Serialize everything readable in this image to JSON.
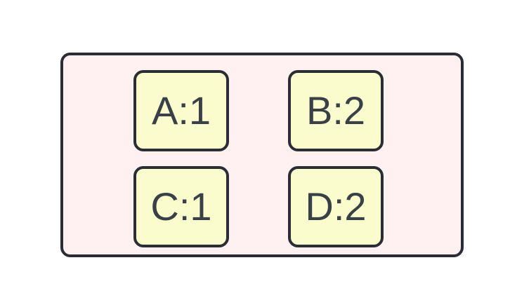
{
  "diagram": {
    "colors": {
      "container_fill": "#fff0f2",
      "node_fill": "#fbfcce",
      "stroke": "#2a2d33",
      "text": "#3a4048"
    },
    "nodes": [
      {
        "id": "A",
        "label": "A:1"
      },
      {
        "id": "B",
        "label": "B:2"
      },
      {
        "id": "C",
        "label": "C:1"
      },
      {
        "id": "D",
        "label": "D:2"
      }
    ]
  }
}
